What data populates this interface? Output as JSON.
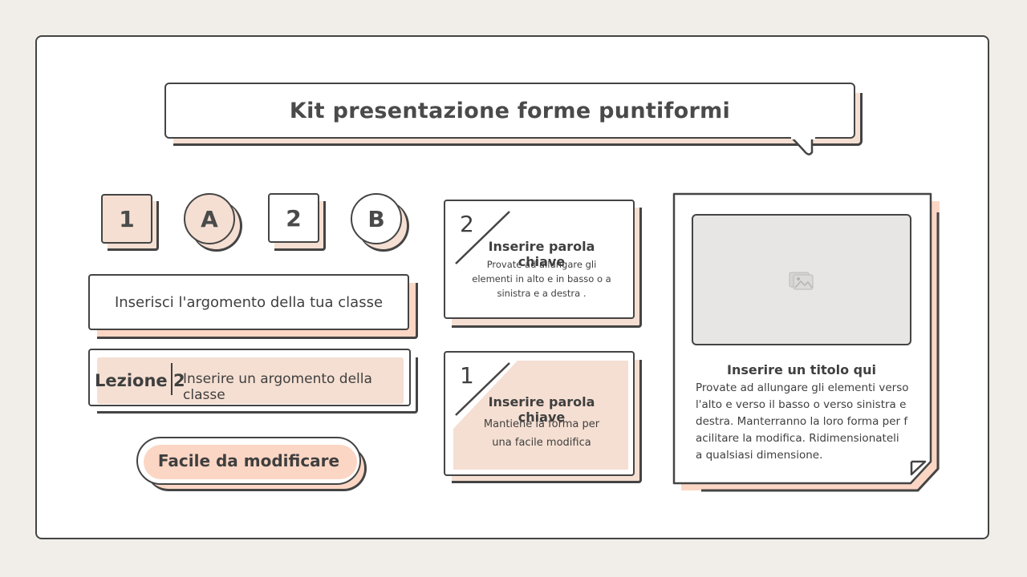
{
  "title": "Kit presentazione forme puntiformi",
  "badges": [
    "1",
    "A",
    "2",
    "B"
  ],
  "topic_field": "Inserisci l'argomento della tua classe",
  "lesson": {
    "label": "Lezione 2",
    "placeholder": "Inserire un argomento della classe"
  },
  "easy_button": "Facile da modificare",
  "cards": [
    {
      "number": "2",
      "title": "Inserire parola chiave",
      "body": "Provate ad allungare gli elementi in alto e in basso o a sinistra e a destra ."
    },
    {
      "number": "1",
      "title": "Inserire parola chiave",
      "body": "Mantiene la forma per una facile modifica"
    }
  ],
  "picture_card": {
    "title": "Inserire un titolo qui",
    "body": "Provate ad allungare gli elementi verso l'alto e verso il basso o verso sinistra e destra. Manterranno la loro forma per facilitare la modifica. Ridimensionateli a qualsiasi dimensione.",
    "image_icon": "image-placeholder-icon"
  },
  "colors": {
    "background": "#f1eeea",
    "peach": "#f5dfd2",
    "peach_bright": "#fcd6c4",
    "outline": "#444444"
  }
}
